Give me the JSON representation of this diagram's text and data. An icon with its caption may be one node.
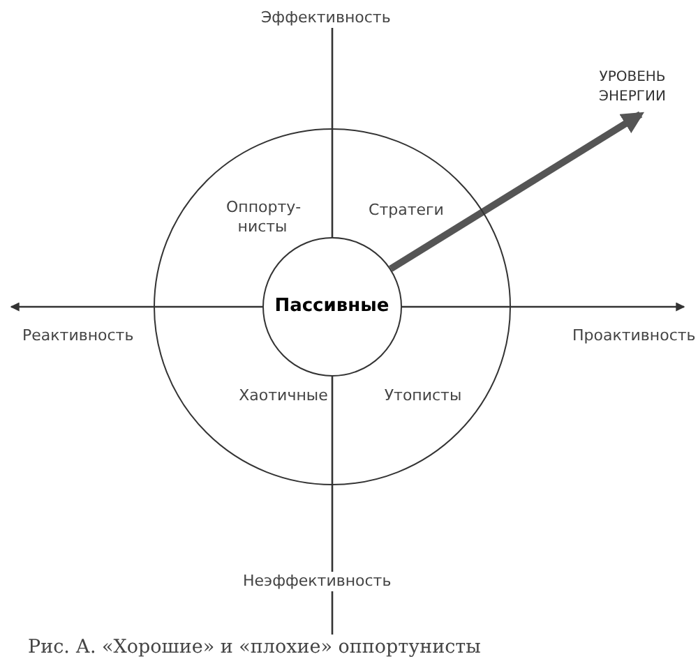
{
  "diagram": {
    "caption": "Рис. А. «Хорошие» и «плохие» оппортунисты",
    "nodes": [
      {
        "text": [],
        "shape": "circle"
      },
      {
        "text": [
          "Пассивные"
        ],
        "in": 0
      },
      {
        "text": [
          "УРОВЕНЬ ЭНЕРГИИ"
        ]
      }
    ],
    "edges": [
      {
        "from": 1,
        "to": 2,
        "arrow": "to"
      }
    ],
    "labels": [
      "Эффективность",
      "Оппорту-нисты",
      "Стратеги",
      "Реактивность",
      "Проактивность",
      "Хаотичные",
      "Утописты",
      "Неэффективность"
    ]
  }
}
